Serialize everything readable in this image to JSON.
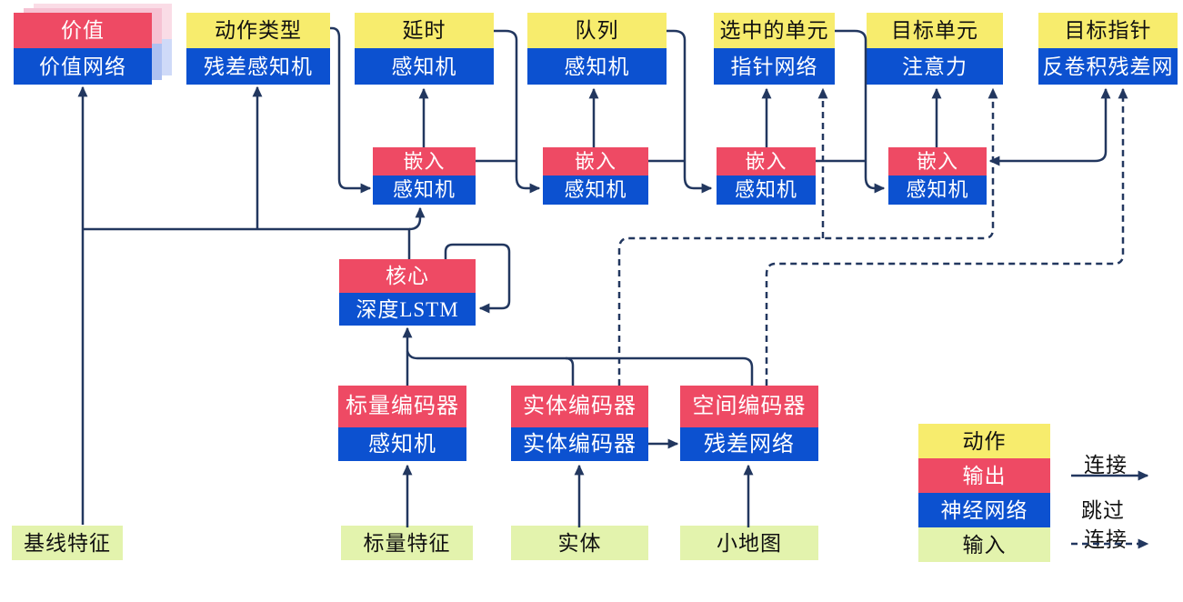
{
  "palette": {
    "yellow": "#f7ec6d",
    "red": "#ee4a64",
    "blue": "#0c51d0",
    "green": "#e3f3ad",
    "line": "#22375f",
    "shadow-pink": "#f6c2d3",
    "shadow-blue": "#aec1f1",
    "shadow-pink2": "#fadce6",
    "shadow-blue2": "#cfdaf8"
  },
  "heads": [
    {
      "action": "价值",
      "network": "价值网络"
    },
    {
      "action": "动作类型",
      "network": "残差感知机"
    },
    {
      "action": "延时",
      "network": "感知机"
    },
    {
      "action": "队列",
      "network": "感知机"
    },
    {
      "action": "选中的单元",
      "network": "指针网络"
    },
    {
      "action": "目标单元",
      "network": "注意力"
    },
    {
      "action": "目标指针",
      "network": "反卷积残差网"
    }
  ],
  "embeddings": [
    {
      "top": "嵌入",
      "bottom": "感知机"
    },
    {
      "top": "嵌入",
      "bottom": "感知机"
    },
    {
      "top": "嵌入",
      "bottom": "感知机"
    },
    {
      "top": "嵌入",
      "bottom": "感知机"
    }
  ],
  "core": {
    "top": "核心",
    "bottom": "深度LSTM"
  },
  "encoders": [
    {
      "top": "标量编码器",
      "bottom": "感知机"
    },
    {
      "top": "实体编码器",
      "bottom": "实体编码器"
    },
    {
      "top": "空间编码器",
      "bottom": "残差网络"
    }
  ],
  "inputs": {
    "baseline": "基线特征",
    "scalar": "标量特征",
    "entity": "实体",
    "minimap": "小地图"
  },
  "legend": {
    "categories": [
      {
        "label": "动作"
      },
      {
        "label": "输出"
      },
      {
        "label": "神经网络"
      },
      {
        "label": "输入"
      }
    ],
    "solid_arrow_label": "连接",
    "dashed_arrow_label_line1": "跳过",
    "dashed_arrow_label_line2": "连接"
  }
}
